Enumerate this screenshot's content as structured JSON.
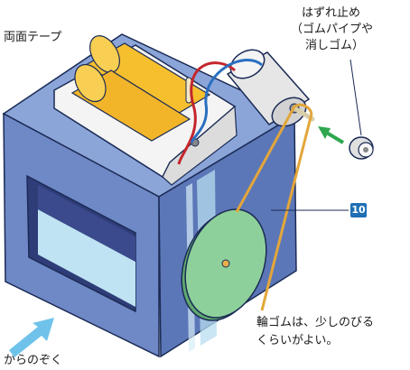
{
  "labels": {
    "double_sided_tape": "両面テープ",
    "stopper_line1": "はずれ止め",
    "stopper_line2": "（ゴムパイプや",
    "stopper_line3": "消しゴム）",
    "step_badge": "10",
    "rubber_note_line1": "輪ゴムは、少しのびる",
    "rubber_note_line2": "くらいがよい。",
    "peek_text": "からのぞく"
  },
  "colors": {
    "box_front": "#6b84c3",
    "box_top": "#8aa3d8",
    "box_side": "#5a74b6",
    "battery_yellow": "#f2b72c",
    "pulley_green": "#7cc48a",
    "rubber_band": "#e8b04a",
    "arrow_green": "#2fa84f",
    "arrow_blue": "#5bbde8",
    "badge_blue": "#1f6fb4"
  }
}
